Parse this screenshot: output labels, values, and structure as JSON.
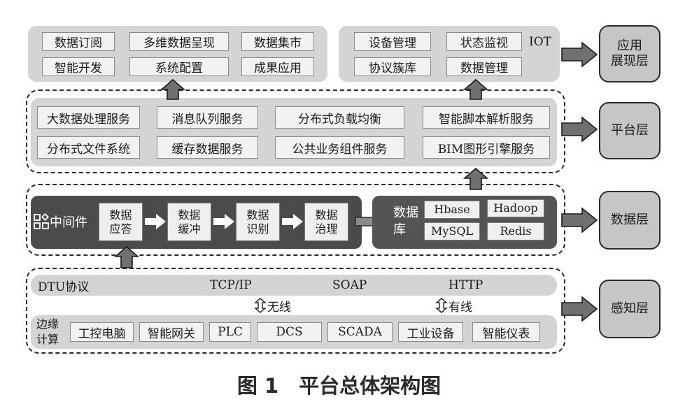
{
  "app_panel_left": {
    "items": [
      "数据订阅",
      "多维数据呈现",
      "数据集市",
      "智能开发",
      "系统配置",
      "成果应用"
    ]
  },
  "app_panel_right": {
    "items": [
      "设备管理",
      "状态监视",
      "协议簇库",
      "数据管理"
    ],
    "iot_label": "IOT"
  },
  "platform_services": [
    "大数据处理服务",
    "消息队列服务",
    "分布式负载均衡",
    "智能脚本解析服务",
    "分布式文件系统",
    "缓存数据服务",
    "公共业务组件服务",
    "BIM图形引擎服务"
  ],
  "middleware": {
    "label": "中间件",
    "steps": [
      "数据\n应答",
      "数据\n缓冲",
      "数据\n识别",
      "数据\n治理"
    ]
  },
  "database": {
    "label": "数据\n库",
    "items": [
      "Hbase",
      "Hadoop",
      "MySQL",
      "Redis"
    ]
  },
  "protocol_bar": {
    "label": "DTU协议",
    "protocols": [
      "TCP/IP",
      "SOAP",
      "HTTP"
    ]
  },
  "links": {
    "wireless": "无线",
    "wired": "有线"
  },
  "edge": {
    "label": "边缘\n计算",
    "items": [
      "工控电脑",
      "智能网关",
      "PLC",
      "DCS",
      "SCADA",
      "工业设备",
      "智能仪表"
    ]
  },
  "layers": [
    "应用\n展现层",
    "平台层",
    "数据层",
    "感知层"
  ],
  "caption": "图 1　平台总体架构图",
  "colors": {
    "panel": "#d4d4d4",
    "dark": "#4b4b4b",
    "arrow": "#707070",
    "box": "#f2f2f2"
  }
}
